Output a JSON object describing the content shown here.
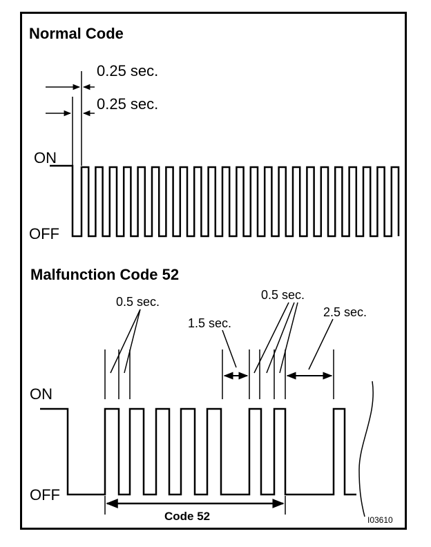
{
  "normal": {
    "title": "Normal Code",
    "on_label": "ON",
    "off_label": "OFF",
    "dim_top": "0.25 sec.",
    "dim_bottom": "0.25 sec."
  },
  "malfunction": {
    "title": "Malfunction Code 52",
    "on_label": "ON",
    "off_label": "OFF",
    "dim_left": "0.5 sec.",
    "dim_gap": "1.5 sec.",
    "dim_right": "0.5 sec.",
    "dim_repeat": "2.5 sec.",
    "code_label": "Code 52"
  },
  "figure_id": "I03610"
}
